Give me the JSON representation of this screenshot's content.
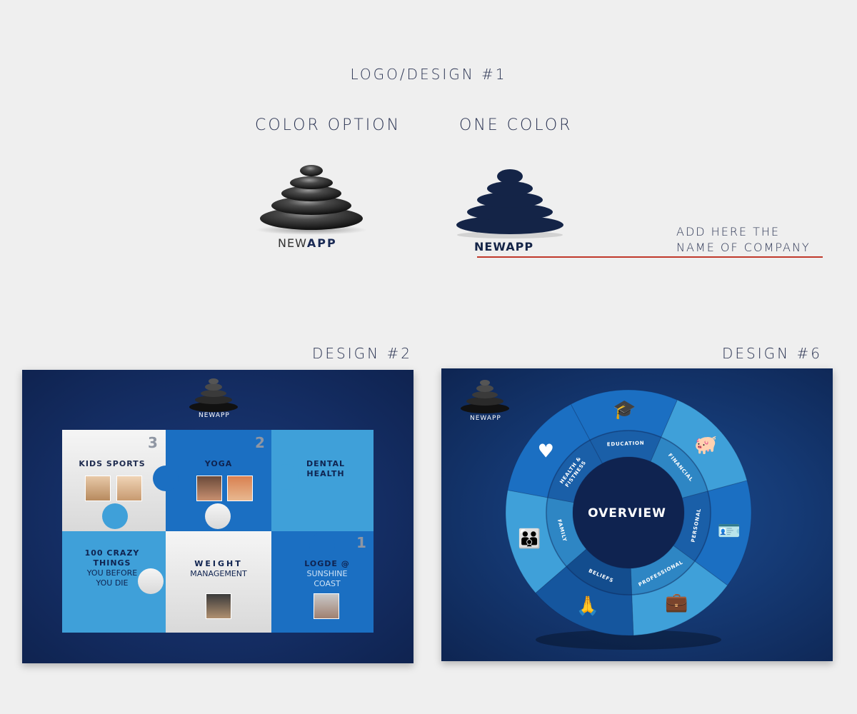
{
  "header": {
    "logo_title": "LOGO/DESIGN #1",
    "color_option_label": "COLOR OPTION",
    "one_color_label": "ONE COLOR"
  },
  "wordmark": {
    "light": "NEW",
    "bold": "APP",
    "full": "NEWAPP"
  },
  "company_note": {
    "line1": "ADD HERE THE",
    "line2": "NAME OF COMPANY"
  },
  "colors": {
    "background": "#efefef",
    "navy": "#142447",
    "accent_red": "#c0392b",
    "blue": "#1b6fc2",
    "light_blue": "#3fa0d9"
  },
  "design2": {
    "title": "DESIGN #2",
    "logo_text": "NEWAPP",
    "pieces": [
      {
        "number": "3",
        "title": "KIDS SPORTS"
      },
      {
        "number": "2",
        "title": "YOGA"
      },
      {
        "title_line1": "DENTAL",
        "title_line2": "HEALTH"
      },
      {
        "line1": "100 CRAZY",
        "line2": "THINGS",
        "line3": "YOU BEFORE",
        "line4": "YOU DIE"
      },
      {
        "title": "WEIGHT",
        "subtitle": "MANAGEMENT"
      },
      {
        "number": "1",
        "title": "LOGDE @",
        "line2": "SUNSHINE",
        "line3": "COAST"
      }
    ]
  },
  "design6": {
    "title": "DESIGN #6",
    "logo_text": "NEWAPP",
    "center_label": "OVERVIEW",
    "segments": [
      {
        "label": "EDUCATION",
        "icon": "graduation-cap-icon"
      },
      {
        "label": "FINANCIAL",
        "icon": "piggy-bank-icon"
      },
      {
        "label": "PERSONAL",
        "icon": "id-card-icon"
      },
      {
        "label": "PROFESSIONAL",
        "icon": "briefcase-icon"
      },
      {
        "label": "BELIEFS",
        "icon": "praying-hands-icon"
      },
      {
        "label": "FAMILY",
        "icon": "family-icon"
      },
      {
        "label": "HEALTH &",
        "label2": "FISTNESS",
        "icon": "heart-pulse-icon"
      }
    ]
  }
}
